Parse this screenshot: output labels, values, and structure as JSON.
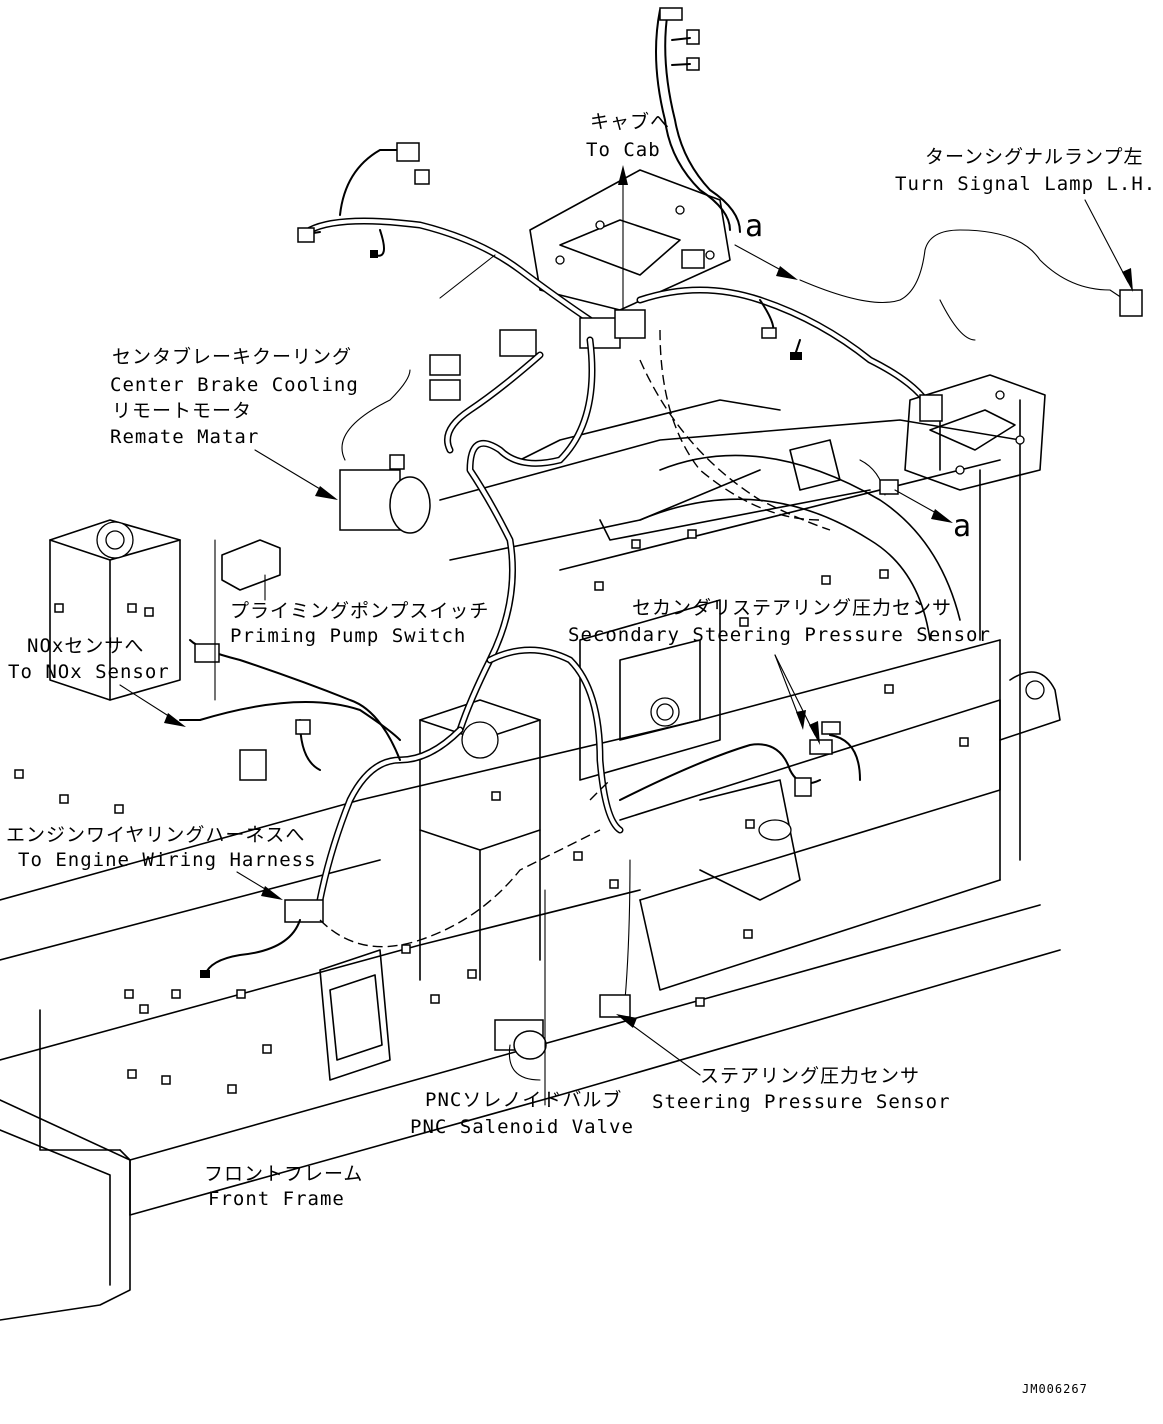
{
  "labels": {
    "to_cab_jp": "キャブへ",
    "to_cab_en": "To Cab",
    "turn_signal_jp": "ターンシグナルランプ左",
    "turn_signal_en": "Turn Signal Lamp L.H.",
    "brake_cooling_jp1": "センタブレーキクーリング",
    "brake_cooling_en1": "Center Brake Cooling",
    "brake_cooling_jp2": "リモートモータ",
    "brake_cooling_en2": "Remate Matar",
    "priming_jp": "プライミングポンプスイッチ",
    "priming_en": "Priming Pump Switch",
    "secondary_jp": "セカンダリステアリング圧力センサ",
    "secondary_en": "Secondary Steering Pressure Sensor",
    "nox_jp": "NOxセンサへ",
    "nox_en": "To NOx Sensor",
    "engine_jp": "エンジンワイヤリングハーネスへ",
    "engine_en": "To Engine Wiring Harness",
    "steering_jp": "ステアリング圧力センサ",
    "steering_en": "Steering Pressure Sensor",
    "pnc_jp": "PNCソレノイドバルブ",
    "pnc_en": "PNC Salenoid Valve",
    "front_frame_jp": "フロントフレーム",
    "front_frame_en": "Front Frame",
    "ref_a1": "a",
    "ref_a2": "a",
    "drawing_code": "JM006267"
  },
  "colors": {
    "line": "#000000",
    "background": "#ffffff"
  }
}
